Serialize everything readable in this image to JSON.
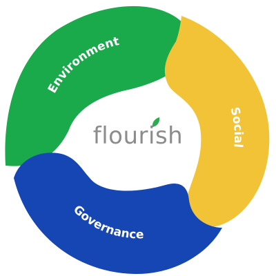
{
  "segments": [
    {
      "id": "environment",
      "label": "Environment",
      "color": "#1aaa4b"
    },
    {
      "id": "social",
      "label": "Social",
      "color": "#f3c337"
    },
    {
      "id": "governance",
      "label": "Governance",
      "color": "#1646b4"
    }
  ],
  "center": {
    "logo_text": "flourish",
    "leaf_color": "#2eaa4f",
    "text_color": "#8c8c8c"
  }
}
